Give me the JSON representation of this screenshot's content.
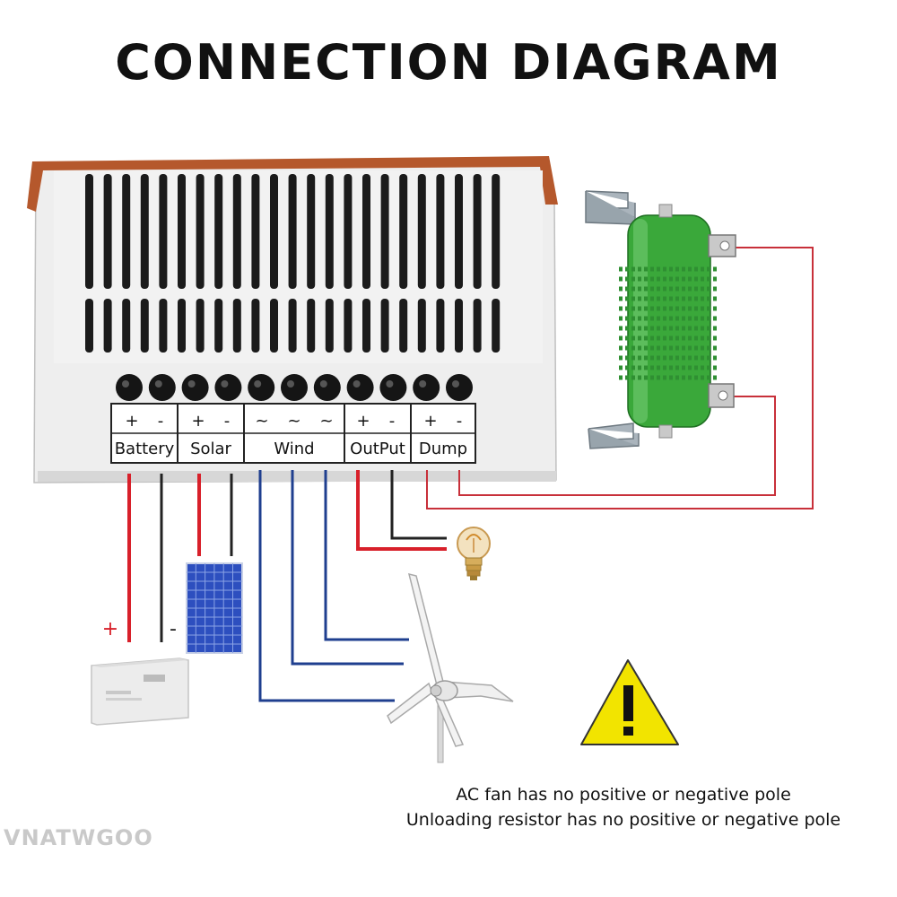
{
  "title": "CONNECTION DIAGRAM",
  "terminals": {
    "battery": {
      "label": "Battery",
      "pos": "+",
      "neg": "-"
    },
    "solar": {
      "label": "Solar",
      "pos": "+",
      "neg": "-"
    },
    "wind": {
      "label": "Wind",
      "phases": [
        "~",
        "~",
        "~"
      ]
    },
    "output": {
      "label": "OutPut",
      "pos": "+",
      "neg": "-"
    },
    "dump": {
      "label": "Dump",
      "pos": "+",
      "neg": "-"
    }
  },
  "battery_marks": {
    "plus": "+",
    "minus": "-"
  },
  "notes": [
    "AC fan has no positive or negative pole",
    "Unloading resistor has no positive or negative pole"
  ],
  "watermark": "VNATWGOO",
  "colors": {
    "positive_wire": "#d8202a",
    "negative_wire": "#222222",
    "ac_wire": "#1f3f8f",
    "dump_wire": "#c8303a",
    "resistor": "#3aa83a",
    "warning": "#f2e400"
  },
  "icons": [
    "controller-unit",
    "load-resistor",
    "solar-panel",
    "battery",
    "wind-turbine",
    "light-bulb",
    "warning-icon"
  ]
}
